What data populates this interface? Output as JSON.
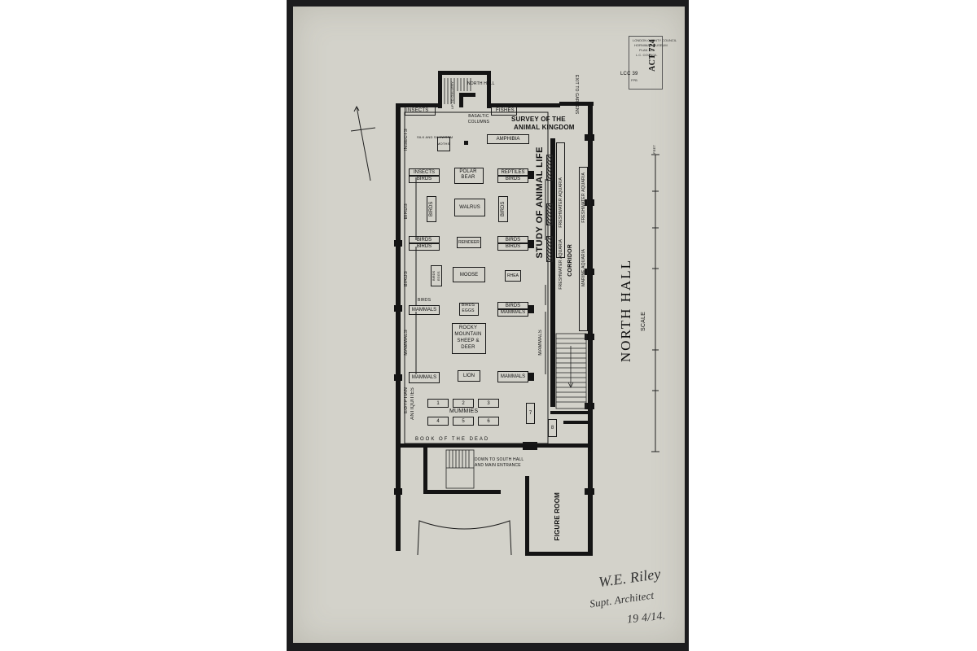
{
  "rooms": {
    "north_hall_stair_label": "NORTH HALL",
    "upper_stair_label": "UP TO GALLERY",
    "exit_label": "EXIT TO GARDENS",
    "insects_top": "INSECTS",
    "fishes": "FISHES",
    "basaltic_columns": "BASALTIC COLUMNS",
    "survey_title_line1": "SURVEY OF THE",
    "survey_title_line2": "ANIMAL KINGDOM",
    "insects_side": "INSECTS",
    "silk_and_silkworm": "SILK AND SILKWORM",
    "moths": "MOTHS",
    "amphibia": "AMPHIBIA",
    "study_of_animal_life": "STUDY OF ANIMAL LIFE",
    "freshwater_aquaria_1": "FRESHWATER AQUARIA",
    "freshwater_aquaria_2": "FRESHWATER AQUARIA",
    "freshwater_aquaria_3": "FRESHWATER AQUARIA",
    "marine_aquaria": "MARINE AQUARIA",
    "corridor": "CORRIDOR",
    "insects_row": "INSECTS",
    "birds_row_left": "BIRDS",
    "polar_bear_line1": "POLAR",
    "polar_bear_line2": "BEAR",
    "reptiles": "REPTILES",
    "birds_right_1": "BIRDS",
    "birds_side_1": "BIRDS",
    "birds_case_a": "BIRDS",
    "walrus": "WALRUS",
    "birds_case_b": "BIRDS",
    "birds_left_2": "BIRDS",
    "birds_left_3": "BIRDS",
    "reindeer": "REINDEER",
    "birds_right_2": "BIRDS",
    "birds_right_3": "BIRDS",
    "birds_side_2": "BIRDS",
    "birds_eggs": "BIRDS EGGS",
    "moose": "MOOSE",
    "rhea": "RHEA",
    "birds_side_3": "BIRDS",
    "mammals_left_1": "MAMMALS",
    "birds_eggs_2_line1": "BIRDS",
    "birds_eggs_2_line2": "EGGS",
    "birds_right_4": "BIRDS",
    "mammals_right_1": "MAMMALS",
    "rocky_line1": "ROCKY",
    "rocky_line2": "MOUNTAIN",
    "rocky_line3": "SHEEP &",
    "rocky_line4": "DEER",
    "mammals_side": "MAMMALS",
    "mammals_side_right": "MAMMALS",
    "mammals_left_2": "MAMMALS",
    "lion": "LION",
    "mammals_right_2": "MAMMALS",
    "egyptian": "EGYPTIAN",
    "antiquities": "ANTIQUITIES",
    "mummies": "MUMMIES",
    "mummy_numbers": [
      "1",
      "2",
      "3",
      "4",
      "5",
      "6"
    ],
    "case_7": "7",
    "case_8": "8",
    "book_of_the_dead": "BOOK OF THE DEAD",
    "down_to_south_line1": "DOWN TO SOUTH HALL",
    "down_to_south_line2": "AND MAIN ENTRANCE",
    "figure_room": "FIGURE ROOM",
    "north_hall_big": "NORTH HALL"
  },
  "scale": {
    "label": "SCALE",
    "feet_label": "FEET"
  },
  "stamp": {
    "ref": "LCC 39",
    "line1": "LONDON COUNTY COUNCIL",
    "line2": "HORNIMAN MUSEUM",
    "line3": "PLAN 103",
    "line4": "L.C. COUNCIL",
    "act": "ACT 724",
    "code": "FPB"
  },
  "signature": {
    "name": "W.E. Riley",
    "title": "Supt. Architect",
    "date": "19 4/14."
  },
  "colors": {
    "paper": "#d3d2ca",
    "ink": "#141414",
    "mount": "#1c1c1e"
  }
}
